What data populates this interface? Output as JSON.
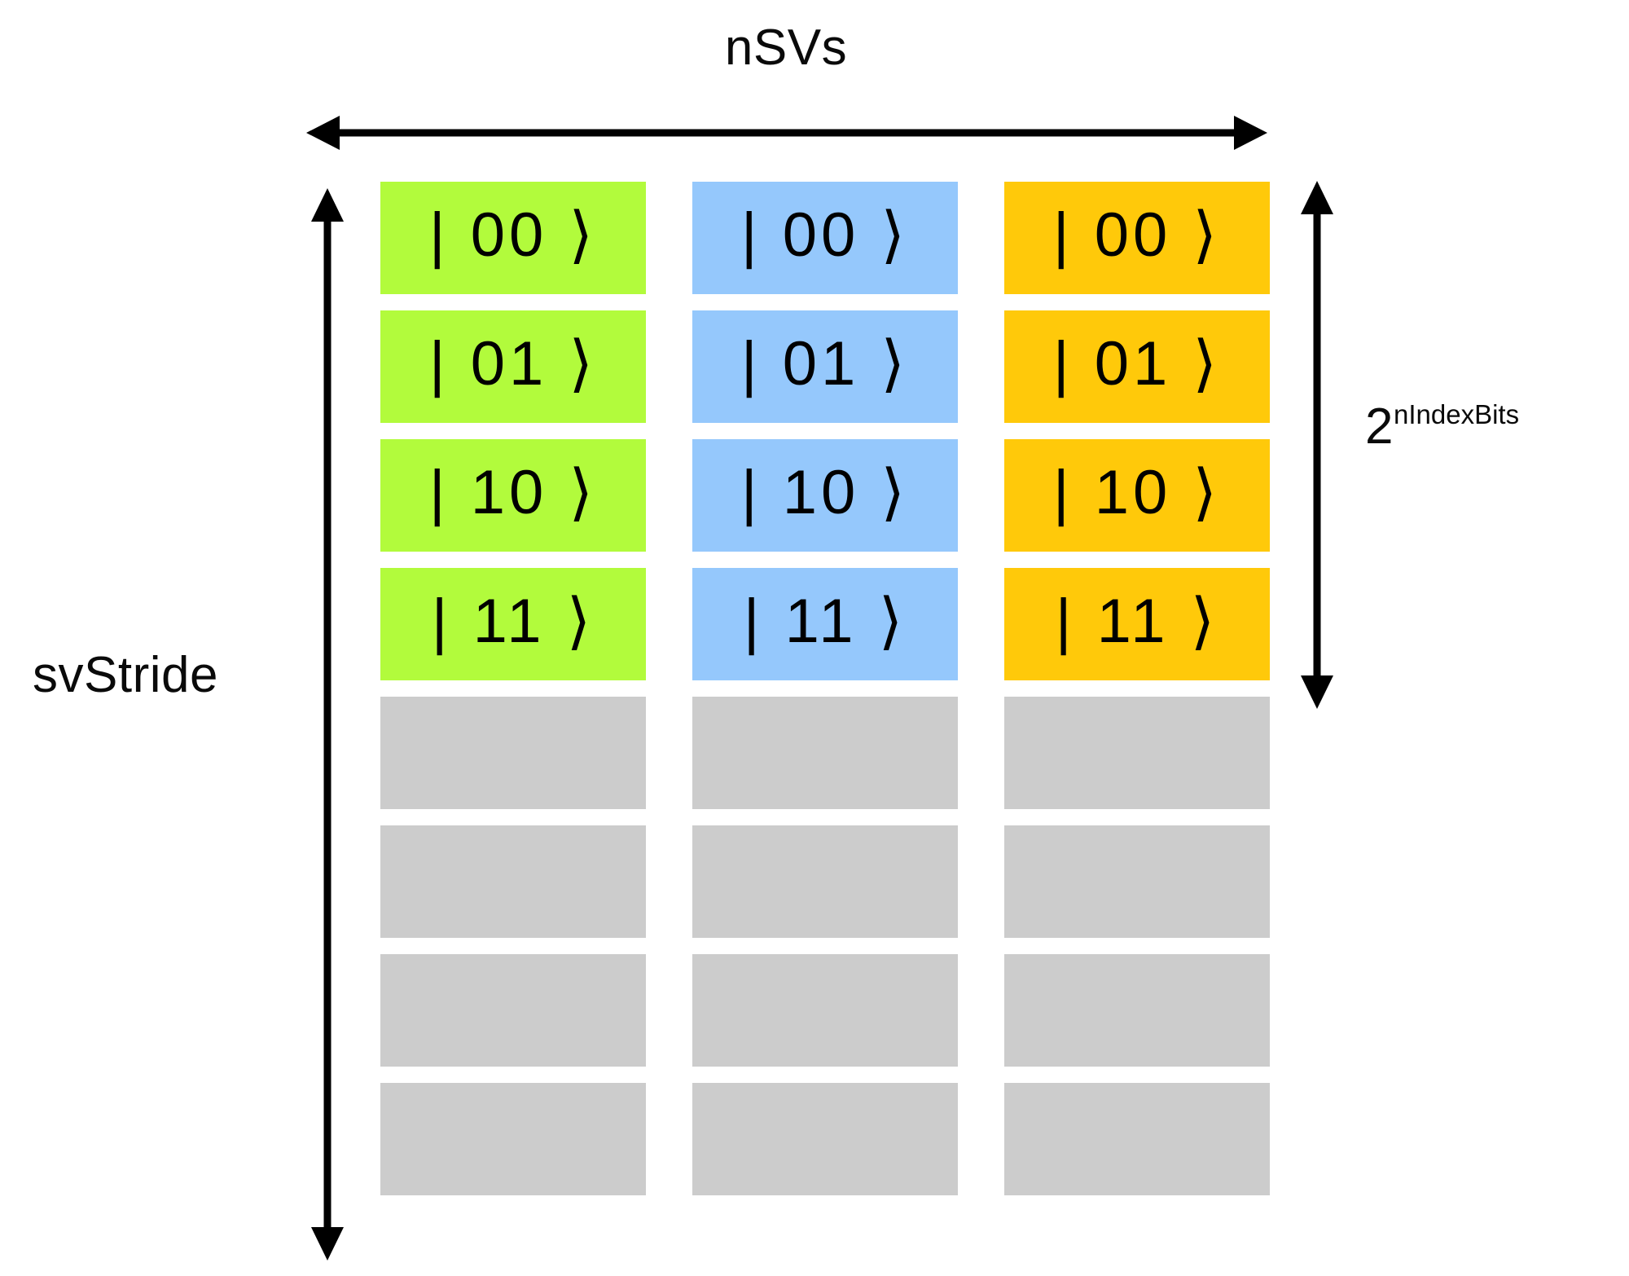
{
  "diagram": {
    "title_top": "nSVs",
    "label_left": "svStride",
    "label_right_base": "2",
    "label_right_exponent": "nIndexBits",
    "colors": {
      "green": "#b2fb3c",
      "blue": "#95c8fc",
      "yellow": "#ffc90a",
      "gray": "#cccccc",
      "stroke": "#000000",
      "background": "#ffffff"
    },
    "columns": [
      {
        "name": "state-vector-0",
        "color_key": "green",
        "color": "#b2fb3c"
      },
      {
        "name": "state-vector-1",
        "color_key": "blue",
        "color": "#95c8fc"
      },
      {
        "name": "state-vector-2",
        "color_key": "yellow",
        "color": "#ffc90a"
      }
    ],
    "filled_rows": [
      {
        "label": "| 00 ⟩"
      },
      {
        "label": "| 01 ⟩"
      },
      {
        "label": "| 10 ⟩"
      },
      {
        "label": "| 11 ⟩"
      }
    ],
    "padding_rows": [
      {
        "label": ""
      },
      {
        "label": ""
      },
      {
        "label": ""
      },
      {
        "label": ""
      }
    ],
    "cells": [
      [
        "| 00 ⟩",
        "| 00 ⟩",
        "| 00 ⟩"
      ],
      [
        "| 01 ⟩",
        "| 01 ⟩",
        "| 01 ⟩"
      ],
      [
        "| 10 ⟩",
        "| 10 ⟩",
        "| 10 ⟩"
      ],
      [
        "| 11 ⟩",
        "| 11 ⟩",
        "| 11 ⟩"
      ],
      [
        "",
        "",
        ""
      ],
      [
        "",
        "",
        ""
      ],
      [
        "",
        "",
        ""
      ],
      [
        "",
        "",
        ""
      ]
    ],
    "row_colors": [
      [
        "#b2fb3c",
        "#95c8fc",
        "#ffc90a"
      ],
      [
        "#b2fb3c",
        "#95c8fc",
        "#ffc90a"
      ],
      [
        "#b2fb3c",
        "#95c8fc",
        "#ffc90a"
      ],
      [
        "#b2fb3c",
        "#95c8fc",
        "#ffc90a"
      ],
      [
        "#cccccc",
        "#cccccc",
        "#cccccc"
      ],
      [
        "#cccccc",
        "#cccccc",
        "#cccccc"
      ],
      [
        "#cccccc",
        "#cccccc",
        "#cccccc"
      ],
      [
        "#cccccc",
        "#cccccc",
        "#cccccc"
      ]
    ],
    "annotations": {
      "horizontal_arrow": {
        "name": "nsvs-span-arrow",
        "double_headed": true
      },
      "left_vertical_arrow": {
        "name": "svstride-span-arrow",
        "double_headed": true
      },
      "right_vertical_arrow": {
        "name": "index-bits-span-arrow",
        "double_headed": true
      }
    }
  }
}
